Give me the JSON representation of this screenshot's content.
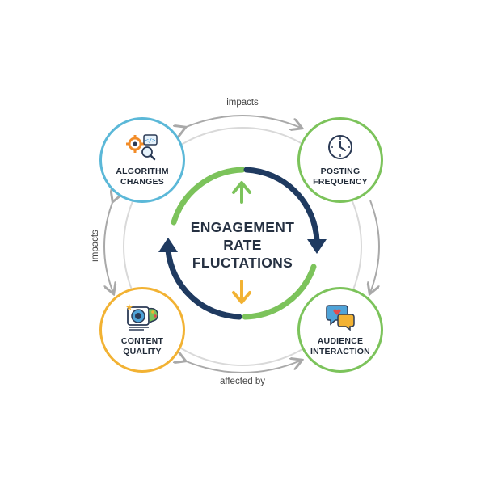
{
  "center": {
    "line1": "ENGAGEMENT",
    "line2": "RATE",
    "line3": "FLUCTATIONS"
  },
  "nodes": {
    "algorithm": {
      "line1": "ALGORITHM",
      "line2": "CHANGES",
      "icon": "gear-code-magnifier-icon",
      "color": "#5bb8d8"
    },
    "posting": {
      "line1": "POSTING",
      "line2": "FREQUENCY",
      "icon": "clock-icon",
      "color": "#7cc35b"
    },
    "content": {
      "line1": "CONTENT",
      "line2": "QUALITY",
      "icon": "camera-palette-icon",
      "color": "#f2b233"
    },
    "audience": {
      "line1": "AUDIENCE",
      "line2": "INTERACTION",
      "icon": "chat-heart-icon",
      "color": "#7cc35b"
    }
  },
  "edges": {
    "top": "impacts",
    "left": "impacts",
    "bottom": "affected by"
  },
  "colors": {
    "navy": "#1f3a60",
    "green": "#7cc35b",
    "amber": "#f2b233",
    "gray": "#a9a9a9"
  }
}
